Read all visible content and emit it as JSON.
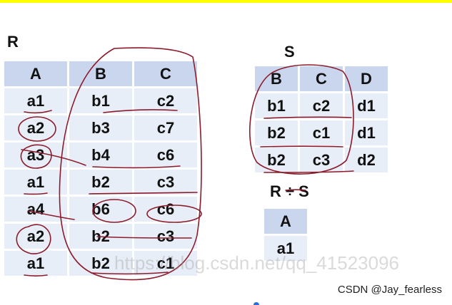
{
  "relation_r": {
    "name": "R",
    "columns": [
      "A",
      "B",
      "C"
    ],
    "rows": [
      [
        "a1",
        "b1",
        "c2"
      ],
      [
        "a2",
        "b3",
        "c7"
      ],
      [
        "a3",
        "b4",
        "c6"
      ],
      [
        "a1",
        "b2",
        "c3"
      ],
      [
        "a4",
        "b6",
        "c6"
      ],
      [
        "a2",
        "b2",
        "c3"
      ],
      [
        "a1",
        "b2",
        "c1"
      ]
    ]
  },
  "relation_s": {
    "name": "S",
    "columns": [
      "B",
      "C",
      "D"
    ],
    "rows": [
      [
        "b1",
        "c2",
        "d1"
      ],
      [
        "b2",
        "c1",
        "d1"
      ],
      [
        "b2",
        "c3",
        "d2"
      ]
    ]
  },
  "division_result": {
    "name": "R ÷ S",
    "columns": [
      "A"
    ],
    "rows": [
      [
        "a1"
      ]
    ]
  },
  "watermark": "https://blog.csdn.net/qq_41523096",
  "credit": "CSDN @Jay_fearless",
  "colors": {
    "top_bar": "#ffff00",
    "header_cell": "#c9d6ee",
    "body_cell": "#e8eef7",
    "ink_annotation": "#8b1c2c"
  }
}
